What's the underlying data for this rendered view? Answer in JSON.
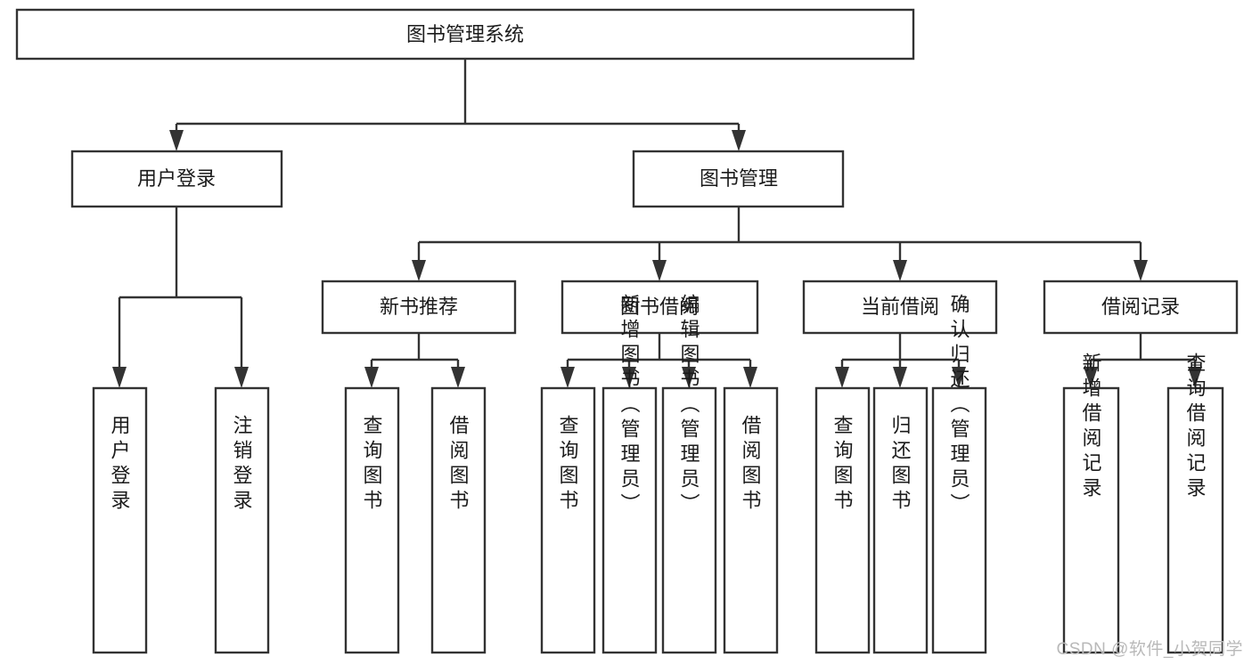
{
  "diagram": {
    "type": "tree",
    "title": "图书管理系统",
    "watermark": "CSDN @软件_小贺同学",
    "colors": {
      "stroke": "#333333",
      "fill": "#ffffff",
      "text": "#1b1b1b",
      "watermark": "#b9b9b9"
    },
    "levels": {
      "root": {
        "label": "图书管理系统",
        "orientation": "horizontal"
      },
      "level2": [
        {
          "label": "用户登录",
          "orientation": "horizontal"
        },
        {
          "label": "图书管理",
          "orientation": "horizontal"
        }
      ],
      "level3": [
        {
          "label": "新书推荐",
          "orientation": "horizontal"
        },
        {
          "label": "图书借阅",
          "orientation": "horizontal"
        },
        {
          "label": "当前借阅",
          "orientation": "horizontal"
        },
        {
          "label": "借阅记录",
          "orientation": "horizontal"
        }
      ]
    },
    "groups": [
      {
        "parent": "用户登录",
        "leaves": [
          {
            "label": "用户登录",
            "orientation": "vertical"
          },
          {
            "label": "注销登录",
            "orientation": "vertical"
          }
        ]
      },
      {
        "parent": "新书推荐",
        "leaves": [
          {
            "label": "查询图书",
            "orientation": "vertical"
          },
          {
            "label": "借阅图书",
            "orientation": "vertical"
          }
        ]
      },
      {
        "parent": "图书借阅",
        "leaves": [
          {
            "label": "查询图书",
            "orientation": "vertical"
          },
          {
            "label": "新增图书（管理员）",
            "orientation": "vertical"
          },
          {
            "label": "编辑图书（管理员）",
            "orientation": "vertical"
          },
          {
            "label": "借阅图书",
            "orientation": "vertical"
          }
        ]
      },
      {
        "parent": "当前借阅",
        "leaves": [
          {
            "label": "查询图书",
            "orientation": "vertical"
          },
          {
            "label": "归还图书",
            "orientation": "vertical"
          },
          {
            "label": "确认归还（管理员）",
            "orientation": "vertical"
          }
        ]
      },
      {
        "parent": "借阅记录",
        "leaves": [
          {
            "label": "新增借阅记录",
            "orientation": "vertical"
          },
          {
            "label": "查询借阅记录",
            "orientation": "vertical"
          }
        ]
      }
    ]
  }
}
